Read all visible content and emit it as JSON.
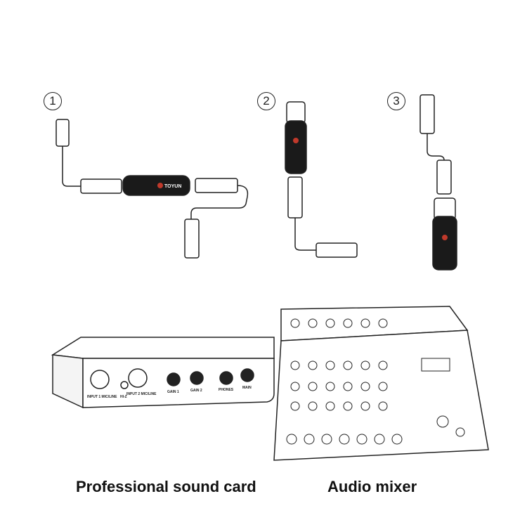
{
  "steps": [
    "1",
    "2",
    "3"
  ],
  "adapter_brand": "TOYUN",
  "devices": {
    "sound_card": {
      "caption": "Professional sound card",
      "panel_labels": [
        "INPUT 1 MIC/LINE",
        "HI-Z",
        "INPUT 2 MIC/LINE",
        "GAIN 1",
        "GAIN 2",
        "PHONES",
        "MAIN"
      ]
    },
    "mixer": {
      "caption": "Audio mixer"
    }
  },
  "colors": {
    "line": "#222222",
    "adapter_body": "#1a1a1a",
    "logo_red": "#c0392b"
  }
}
